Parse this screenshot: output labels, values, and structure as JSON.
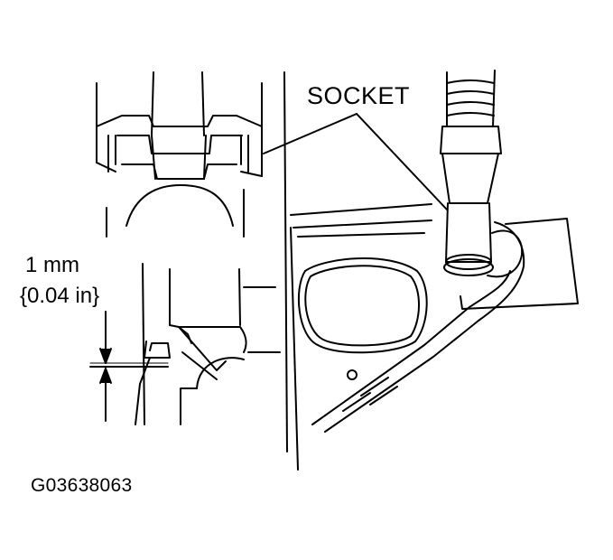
{
  "diagram": {
    "labels": {
      "socket": "SOCKET",
      "gap_metric": "1 mm",
      "gap_imperial": "{0.04 in}",
      "figure_code": "G03638063"
    },
    "colors": {
      "line": "#000000",
      "background": "#ffffff"
    }
  }
}
